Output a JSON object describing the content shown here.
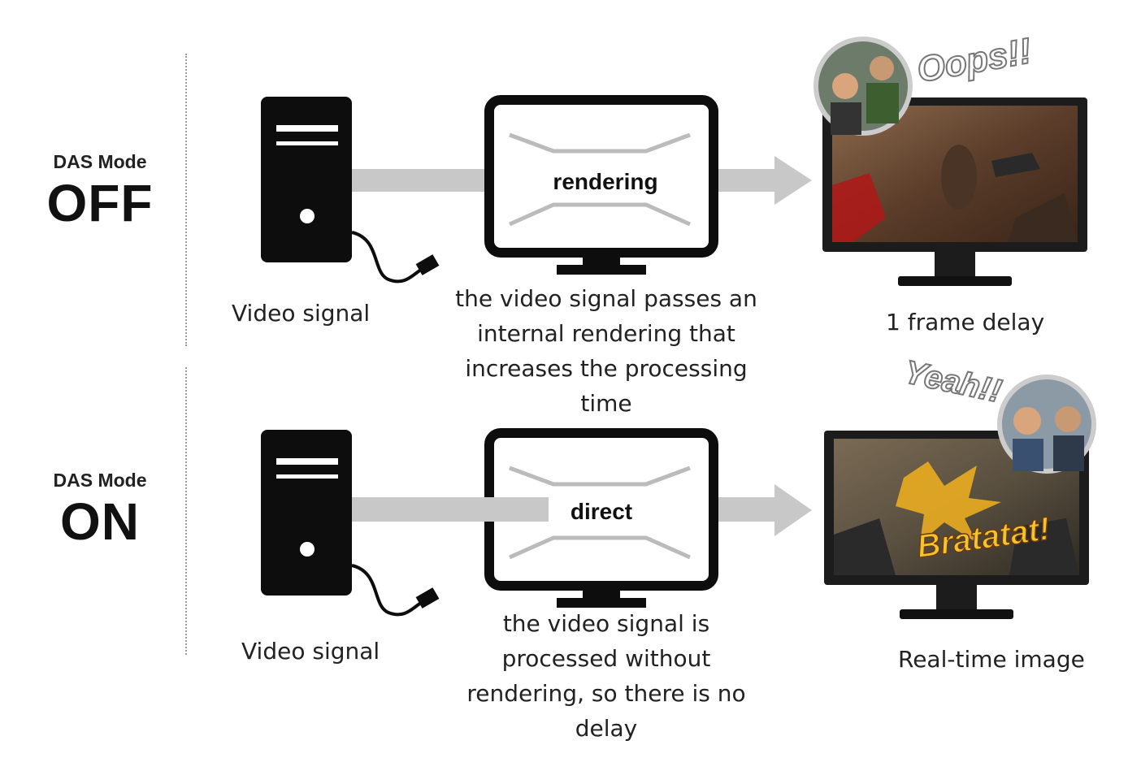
{
  "rows": [
    {
      "id": "off",
      "mode_prefix": "DAS Mode",
      "mode_state": "OFF",
      "source_label": "Video signal",
      "process_label": "rendering",
      "process_caption": [
        "the video signal passes an",
        "internal rendering that",
        "increases the processing",
        "time"
      ],
      "result_label": "1 frame delay",
      "exclamation": "Oops!!"
    },
    {
      "id": "on",
      "mode_prefix": "DAS Mode",
      "mode_state": "ON",
      "source_label": "Video signal",
      "process_label": "direct",
      "process_caption": [
        "the video signal is",
        "processed without",
        "rendering, so there is no",
        "delay"
      ],
      "result_label": "Real-time image",
      "exclamation": "Yeah!!",
      "game_text": "Bratatat!"
    }
  ],
  "colors": {
    "arrow": "#c8c8c8",
    "icon": "#0d0d0d",
    "monitor_bezel": "#1c1c1c",
    "game_off": "#6b4a35",
    "game_on": "#5a5040",
    "blood": "#b01818",
    "burst": "#f2b21e"
  },
  "icons": [
    "computer-tower-icon",
    "monitor-icon",
    "gaming-monitor",
    "player-avatar"
  ]
}
